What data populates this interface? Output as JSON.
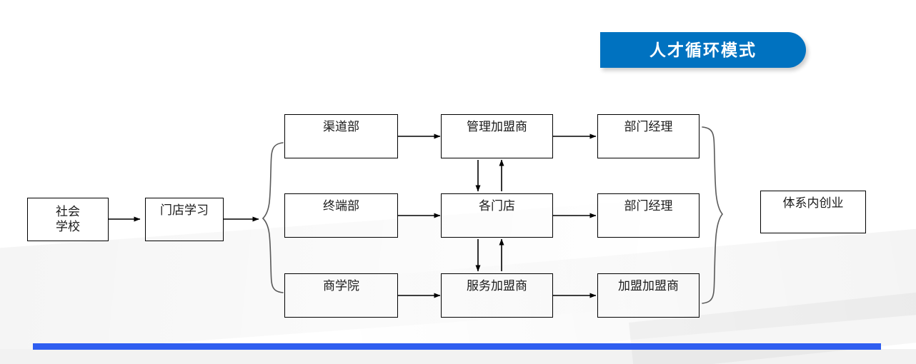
{
  "banner": {
    "title": "人才循环模式",
    "color": "#0072c0",
    "text_color": "#ffffff"
  },
  "accent_bar": {
    "color": "#2f5ef0"
  },
  "diagram": {
    "stage_1": {
      "label": "社会\n学校"
    },
    "stage_2": {
      "label": "门店学习"
    },
    "departments": [
      {
        "label": "渠道部"
      },
      {
        "label": "终端部"
      },
      {
        "label": "商学院"
      }
    ],
    "operations": [
      {
        "label": "管理加盟商"
      },
      {
        "label": "各门店"
      },
      {
        "label": "服务加盟商"
      }
    ],
    "outcomes": [
      {
        "label": "部门经理"
      },
      {
        "label": "部门经理"
      },
      {
        "label": "加盟加盟商"
      }
    ],
    "final": {
      "label": "体系内创业"
    },
    "connector_color": "#000000",
    "brace_color": "#595959"
  }
}
